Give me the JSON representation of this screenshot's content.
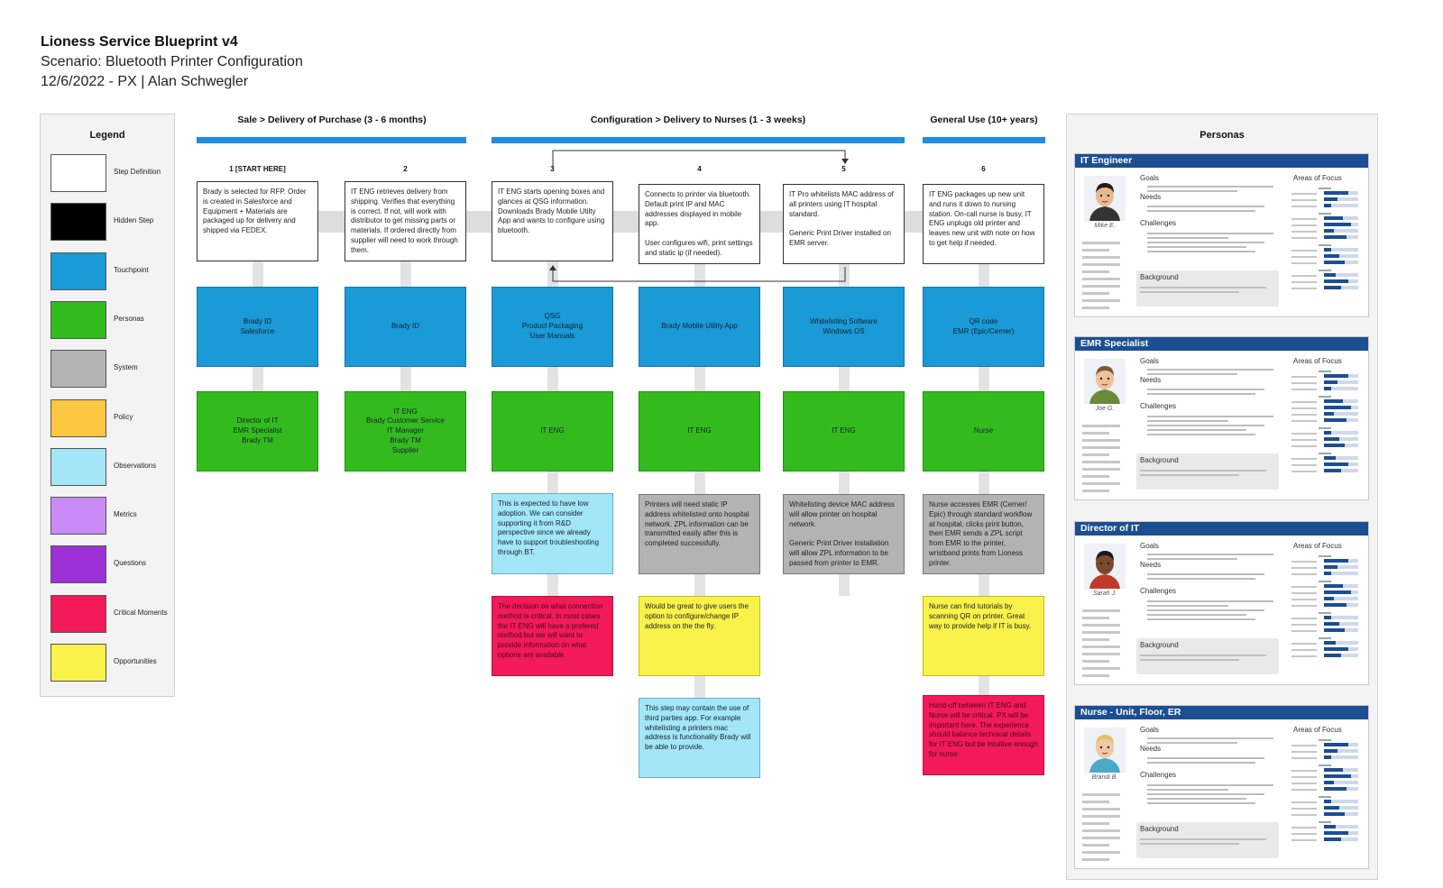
{
  "header": {
    "title": "Lioness Service Blueprint v4",
    "scenario": "Scenario: Bluetooth Printer Configuration",
    "date_author": "12/6/2022 - PX | Alan Schwegler"
  },
  "legend": {
    "title": "Legend",
    "items": [
      {
        "label": "Step Definition",
        "color": "#ffffff"
      },
      {
        "label": "Hidden Step",
        "color": "#000000"
      },
      {
        "label": "Touchpoint",
        "color": "#1a9ad6"
      },
      {
        "label": "Personas",
        "color": "#33bb1e"
      },
      {
        "label": "System",
        "color": "#b3b3b3"
      },
      {
        "label": "Policy",
        "color": "#fcc641"
      },
      {
        "label": "Observations",
        "color": "#a3e6f7"
      },
      {
        "label": "Metrics",
        "color": "#c98af5"
      },
      {
        "label": "Questions",
        "color": "#9d2fd6"
      },
      {
        "label": "Critical Moments",
        "color": "#f21a59"
      },
      {
        "label": "Opportunities",
        "color": "#f8f24a"
      }
    ]
  },
  "phases": [
    {
      "title": "Sale > Delivery of Purchase (3 - 6 months)"
    },
    {
      "title": "Configuration > Delivery to Nurses (1 - 3 weeks)"
    },
    {
      "title": "General Use (10+ years)"
    }
  ],
  "steps": [
    {
      "number": "1 [START HERE]",
      "definition": "Brady is selected for RFP. Order is created in Salesforce and Equipment + Materials are packaged up for delivery and shipped via FEDEX.",
      "touchpoint": "Brady ID\nSalesforce",
      "personas": "Director of IT\nEMR Specialist\nBrady TM"
    },
    {
      "number": "2",
      "definition": "IT ENG retrieves delivery from shipping. Verifies that everything is correct. If not, will work with distributor to get missing parts or materials. If ordered directly from supplier will need to work through them.",
      "touchpoint": "Brady ID",
      "personas": "IT ENG\nBrady Customer Service\nIT Manager\nBrady TM\nSupplier"
    },
    {
      "number": "3",
      "definition": "IT ENG starts opening boxes and glances at QSG information. Downloads Brady Mobile Utilty App and wants to configure using bluetooth.",
      "touchpoint": "QSG\nProduct Packaging\nUser Manuals",
      "personas": "IT ENG",
      "observation": "This is expected to have low adoption. We can consider supporting it from R&D perspective since we already have to support troubleshooting through BT.",
      "critical": "The decision on what connection method is critical. In most cases the IT ENG will have a prefered method but we will want to provide information on what options are available."
    },
    {
      "number": "4",
      "definition": "Connects to printer via bluetooth. Default print IP and MAC addresses displayed in mobile app.\n\nUser configures wifi, print settings and static ip (if needed).",
      "touchpoint": "Brady Mobile Utility App",
      "personas": "IT ENG",
      "system": "Printers will need static IP address whitelisted onto hospital network. ZPL information can be transmitted easily after this is completed successfully.",
      "opportunity": "Would be great to give users the option to configure/change IP address on the the fly.",
      "observation2": "This step may contain the use of third parties app. For example whitelisting a printers mac address is functionality Brady will be able to provide."
    },
    {
      "number": "5",
      "definition": "IT Pro whitelists MAC address of all printers using IT hospital standard.\n\nGeneric Print Driver installed on EMR server.",
      "touchpoint": "Whitelisting Software\nWindows OS",
      "personas": "IT ENG",
      "system": "Whitelisting device MAC address will allow printer on hospital network.\n\nGeneric Print Driver installation will allow ZPL information to be passed from printer to EMR."
    },
    {
      "number": "6",
      "definition": "IT ENG packages up new unit and runs it down to nursing station. On-call nurse is busy, IT ENG unplugs old printer and leaves new unit with note on how to get help if needed.",
      "touchpoint": "QR code\nEMR (Epic/Cerner)",
      "personas": "Nurse",
      "system": "Nurse accesses EMR (Cerner/ Epic) through standard workflow at hospital, clicks print button, then EMR sends a ZPL script from EMR to the printer, wristband prints from Lioness printer.",
      "opportunity": "Nurse can find tutorials by scanning QR on printer. Great way to provide help if IT is busy.",
      "critical": "Hand-off between IT ENG and Nurse will be critical. PX will be important here. The experience should balance technical details for IT ENG but be intuitive enough for nurse."
    }
  ],
  "personas": {
    "title": "Personas",
    "labels": {
      "goals": "Goals",
      "needs": "Needs",
      "challenges": "Challenges",
      "background": "Background",
      "areas": "Areas of Focus"
    },
    "cards": [
      {
        "title": "IT Engineer",
        "name": "Mike E.",
        "skin": "#e8b98f",
        "hair": "#2a1a10",
        "shirt": "#333333"
      },
      {
        "title": "EMR Specialist",
        "name": "Joe G.",
        "skin": "#efc39a",
        "hair": "#7a5a3a",
        "shirt": "#6b8a3a"
      },
      {
        "title": "Director of IT",
        "name": "Sarah J.",
        "skin": "#7a4a2a",
        "hair": "#1a1a1a",
        "shirt": "#c0392b"
      },
      {
        "title": "Nurse - Unit, Floor, ER",
        "name": "Brandi B.",
        "skin": "#f1c9a5",
        "hair": "#e2c06a",
        "shirt": "#4aa8c8"
      }
    ]
  }
}
